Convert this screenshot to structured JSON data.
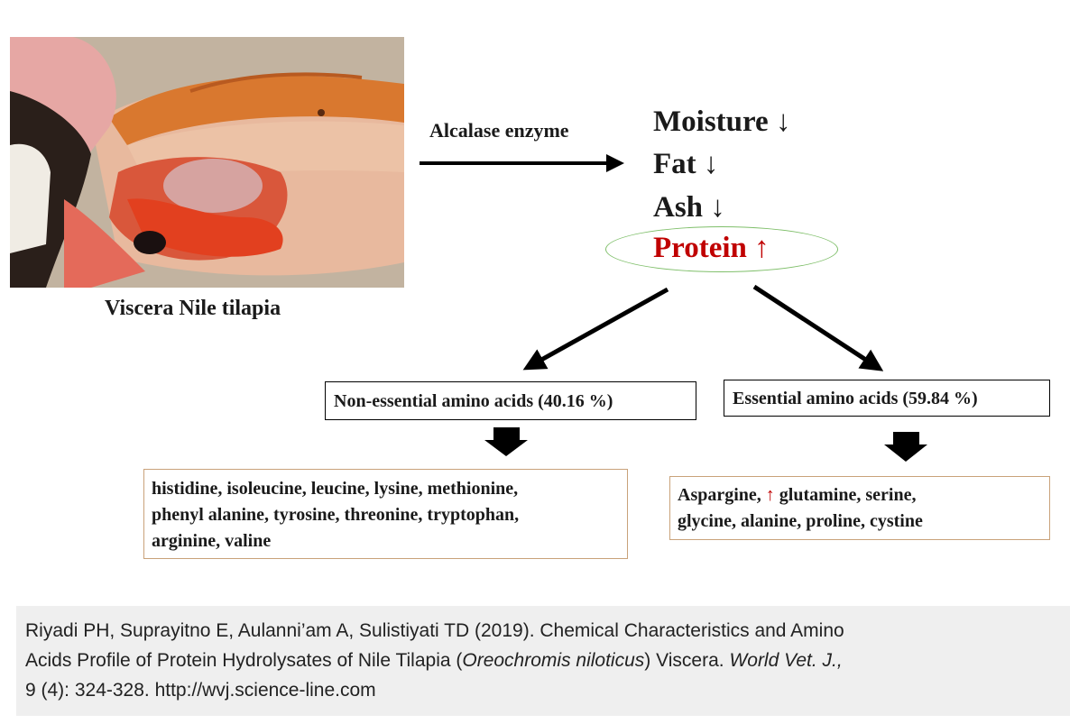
{
  "photo": {
    "caption": "Viscera Nile tilapia"
  },
  "process": {
    "enzyme_label": "Alcalase enzyme"
  },
  "effects": {
    "moisture": "Moisture ↓",
    "fat": "Fat ↓",
    "ash": "Ash ↓",
    "protein": "Protein ↑"
  },
  "categories": {
    "nonessential": "Non-essential amino acids (40.16 %)",
    "essential": "Essential amino acids (59.84 %)"
  },
  "lists": {
    "left_lines": [
      "histidine, isoleucine, leucine, lysine, methionine,",
      "phenyl alanine, tyrosine, threonine, tryptophan,",
      "arginine, valine"
    ],
    "right": {
      "line1_before": "Aspargine, ",
      "line1_arrow": "↑",
      "line1_after": " glutamine, serine,",
      "line2": "glycine, alanine, proline, cystine"
    }
  },
  "citation": {
    "l1": "Riyadi PH, Suprayitno E, Aulanni’am A, Sulistiyati TD (2019). Chemical Characteristics and Amino",
    "l2_a": "Acids Profile of Protein Hydrolysates of Nile Tilapia (",
    "l2_species": "Oreochromis niloticus",
    "l2_b": ") Viscera. ",
    "l2_journal": "World Vet. J.,",
    "l3": "9 (4): 324-328. http://wvj.science-line.com"
  },
  "colors": {
    "highlight_red": "#c00000",
    "oval_green": "#7fbf6a",
    "list_border": "#c9a27a",
    "citation_bg": "#efefef"
  }
}
